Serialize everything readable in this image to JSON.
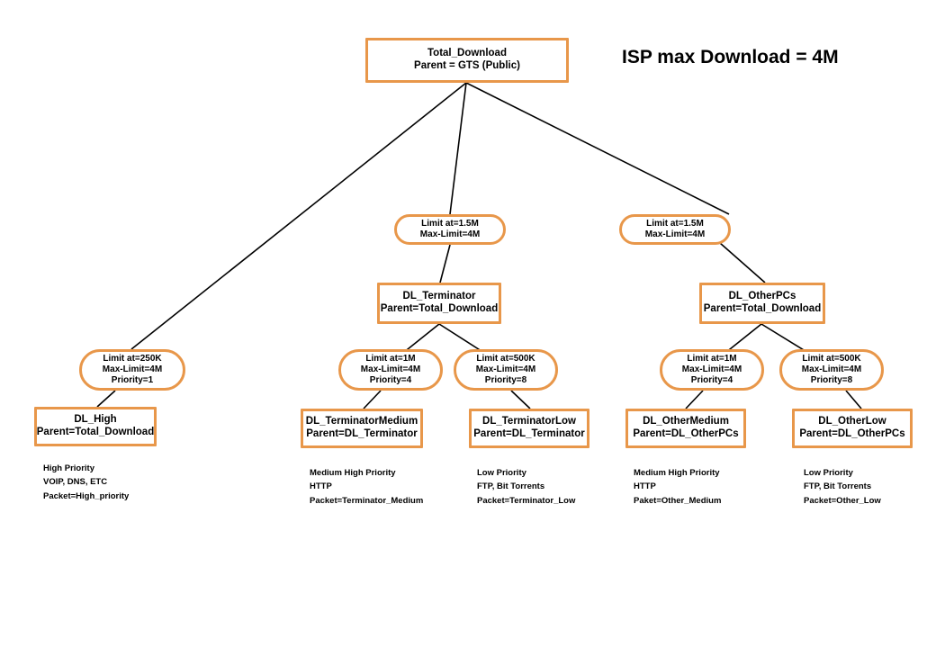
{
  "diagram": {
    "title": "ISP max Download = 4M",
    "accent_color": "#e8974a",
    "line_color": "#000000",
    "background": "#ffffff"
  },
  "nodes": {
    "root": {
      "line1": "Total_Download",
      "line2": "Parent = GTS (Public)"
    },
    "limit_terminator": {
      "line1": "Limit at=1.5M",
      "line2": "Max-Limit=4M"
    },
    "limit_otherpcs": {
      "line1": "Limit at=1.5M",
      "line2": "Max-Limit=4M"
    },
    "dl_terminator": {
      "line1": "DL_Terminator",
      "line2": "Parent=Total_Download"
    },
    "dl_otherpcs": {
      "line1": "DL_OtherPCs",
      "line2": "Parent=Total_Download"
    },
    "limit_high": {
      "line1": "Limit at=250K",
      "line2": "Max-Limit=4M",
      "line3": "Priority=1"
    },
    "limit_term_medium": {
      "line1": "Limit at=1M",
      "line2": "Max-Limit=4M",
      "line3": "Priority=4"
    },
    "limit_term_low": {
      "line1": "Limit at=500K",
      "line2": "Max-Limit=4M",
      "line3": "Priority=8"
    },
    "limit_other_medium": {
      "line1": "Limit at=1M",
      "line2": "Max-Limit=4M",
      "line3": "Priority=4"
    },
    "limit_other_low": {
      "line1": "Limit at=500K",
      "line2": "Max-Limit=4M",
      "line3": "Priority=8"
    },
    "dl_high": {
      "line1": "DL_High",
      "line2": "Parent=Total_Download"
    },
    "dl_terminator_medium": {
      "line1": "DL_TerminatorMedium",
      "line2": "Parent=DL_Terminator"
    },
    "dl_terminator_low": {
      "line1": "DL_TerminatorLow",
      "line2": "Parent=DL_Terminator"
    },
    "dl_other_medium": {
      "line1": "DL_OtherMedium",
      "line2": "Parent=DL_OtherPCs"
    },
    "dl_other_low": {
      "line1": "DL_OtherLow",
      "line2": "Parent=DL_OtherPCs"
    }
  },
  "notes": {
    "high": {
      "line1": "High Priority",
      "line2": "VOIP, DNS, ETC",
      "line3": "Packet=High_priority"
    },
    "terminator_medium": {
      "line1": "Medium High Priority",
      "line2": "HTTP",
      "line3": "Packet=Terminator_Medium"
    },
    "terminator_low": {
      "line1": "Low Priority",
      "line2": "FTP, Bit Torrents",
      "line3": "Packet=Terminator_Low"
    },
    "other_medium": {
      "line1": "Medium High Priority",
      "line2": "HTTP",
      "line3": "Paket=Other_Medium"
    },
    "other_low": {
      "line1": "Low Priority",
      "line2": "FTP, Bit Torrents",
      "line3": "Packet=Other_Low"
    }
  }
}
